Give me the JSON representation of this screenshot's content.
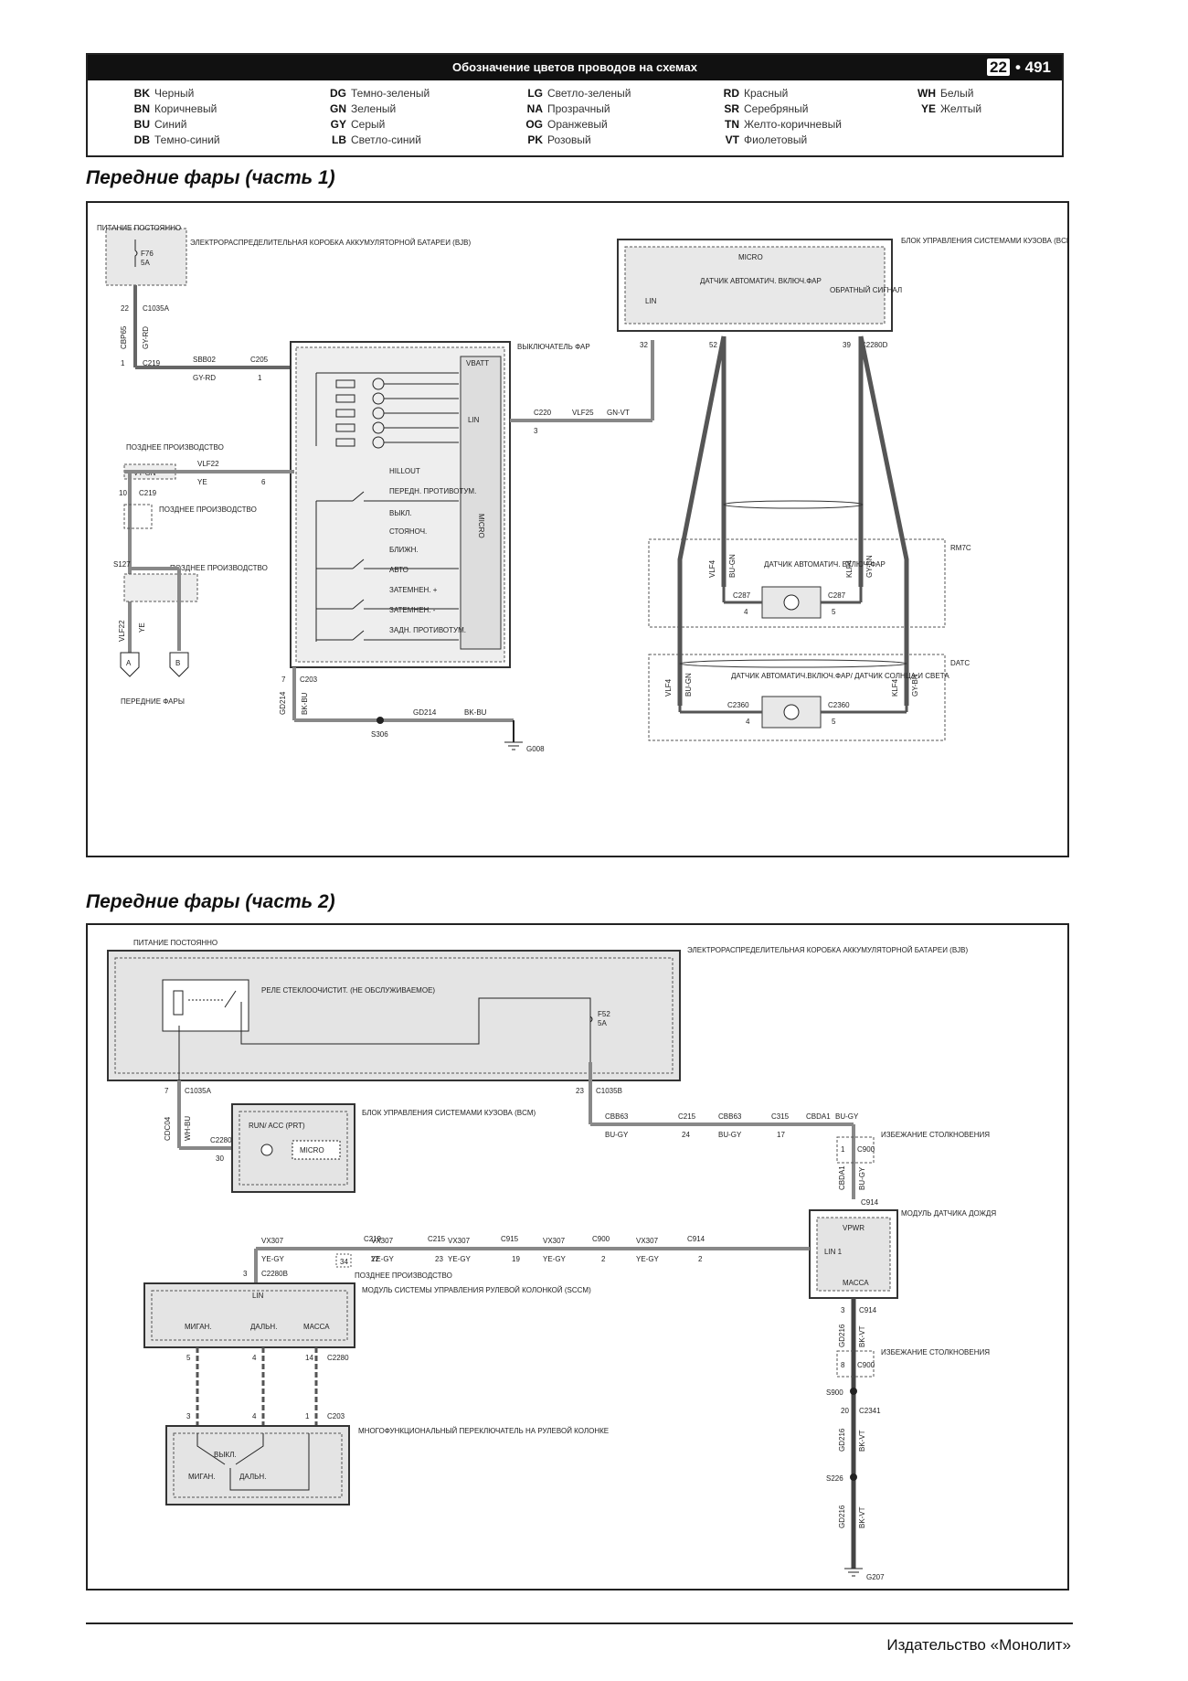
{
  "legend": {
    "title": "Обозначение цветов проводов на схемах",
    "chapter": "22",
    "page": "• 491",
    "items": [
      {
        "code": "BK",
        "name": "Черный"
      },
      {
        "code": "BN",
        "name": "Коричневый"
      },
      {
        "code": "BU",
        "name": "Синий"
      },
      {
        "code": "DB",
        "name": "Темно-синий"
      },
      {
        "code": "DG",
        "name": "Темно-зеленый"
      },
      {
        "code": "GN",
        "name": "Зеленый"
      },
      {
        "code": "GY",
        "name": "Серый"
      },
      {
        "code": "LB",
        "name": "Светло-синий"
      },
      {
        "code": "LG",
        "name": "Светло-зеленый"
      },
      {
        "code": "NA",
        "name": "Прозрачный"
      },
      {
        "code": "OG",
        "name": "Оранжевый"
      },
      {
        "code": "PK",
        "name": "Розовый"
      },
      {
        "code": "RD",
        "name": "Красный"
      },
      {
        "code": "SR",
        "name": "Серебряный"
      },
      {
        "code": "TN",
        "name": "Желто-коричневый"
      },
      {
        "code": "VT",
        "name": "Фиолетовый"
      },
      {
        "code": "WH",
        "name": "Белый"
      },
      {
        "code": "YE",
        "name": "Желтый"
      }
    ]
  },
  "part1": {
    "title": "Передние фары (часть 1)",
    "labels": {
      "power": "ПИТАНИЕ ПОСТОЯННО",
      "bjb": "ЭЛЕКТРОРАСПРЕДЕЛИТЕЛЬНАЯ КОРОБКА АККУМУЛЯТОРНОЙ БАТАРЕИ (BJB)",
      "fuse": "F76",
      "fuse_amp": "5A",
      "c1035a": "C1035A",
      "pin_22": "22",
      "w_cbp": "CBP65",
      "w_gyrd": "GY-RD",
      "c219": "C219",
      "pin_1": "1",
      "w_sbb": "SBB02",
      "w_gyrd2": "GY-RD",
      "c205": "C205",
      "switch": "ВЫКЛЮЧАТЕЛЬ ФАР",
      "vbatt": "VBATT",
      "lin": "LIN",
      "micro_v": "MICRO",
      "c220": "C220",
      "pin_3": "3",
      "w_vlf25": "VLF25",
      "w_gnvt": "GN-VT",
      "later_prod": "ПОЗДНЕЕ ПРОИЗВОДСТВО",
      "w_vtgn": "VT-GN",
      "w_vlf22": "VLF22",
      "w_ye": "YE",
      "pin_6": "6",
      "pin_10": "10",
      "later_prod2": "ПОЗДНЕЕ ПРОИЗВОДСТВО",
      "later_prod3": "ПОЗДНЕЕ ПРОИЗВОДСТВО",
      "splice": "S127",
      "w_vlf22b": "VLF22",
      "w_yeb": "YE",
      "conn_a": "A",
      "conn_b": "B",
      "headlamps": "ПЕРЕДНИЕ ФАРЫ",
      "sw_rows": [
        "HILLOUT",
        "ПЕРЕДН. ПРОТИВОТУМ.",
        "ВЫКЛ.",
        "СТОЯНОЧ.",
        "БЛИЖН.",
        "АВТО",
        "ЗАТЕМНЕН. +",
        "ЗАТЕМНЕН. -",
        "ЗАДН. ПРОТИВОТУМ."
      ],
      "c203": "C203",
      "pin_7": "7",
      "w_gd": "GD214",
      "w_bkbu": "BK-BU",
      "w_gd2": "GD214",
      "w_bkbu2": "BK-BU",
      "s306": "S306",
      "g008": "G008",
      "bcm": "БЛОК УПРАВЛЕНИЯ СИСТЕМАМИ КУЗОВА (BCM)",
      "micro": "MICRO",
      "bcm_sensor": "ДАТЧИК АВТОМАТИЧ. ВКЛЮЧ.ФАР",
      "bcm_feedback": "ОБРАТНЫЙ СИГНАЛ",
      "bcm_lin": "LIN",
      "pin_32": "32",
      "pin_52": "52",
      "pin_39": "39",
      "c2280d": "C2280D",
      "rmtc": "RM7C",
      "datc": "DATC",
      "sensor1": "ДАТЧИК АВТОМАТИЧ. ВКЛЮЧ.ФАР",
      "sensor2": "ДАТЧИК АВТОМАТИЧ.ВКЛЮЧ.ФАР/ ДАТЧИК СОЛНЦА И СВЕТА",
      "w_vlf4": "VLF4",
      "w_bugn": "BU-GN",
      "w_klf4": "KLF4",
      "w_gybn": "GY-BN",
      "c287": "C287",
      "c287b": "C287",
      "pin_4": "4",
      "pin_5": "5",
      "c2360": "C2360",
      "c2360b": "C2360"
    }
  },
  "part2": {
    "title": "Передние фары (часть 2)",
    "labels": {
      "power": "ПИТАНИЕ ПОСТОЯННО",
      "bjb": "ЭЛЕКТРОРАСПРЕДЕЛИТЕЛЬНАЯ КОРОБКА АККУМУЛЯТОРНОЙ БАТАРЕИ (BJB)",
      "relay": "РЕЛЕ СТЕКЛООЧИСТИТ. (НЕ ОБСЛУЖИВАЕМОЕ)",
      "fuse": "F52",
      "fuse_amp": "5A",
      "c1035a": "C1035A",
      "c1035b": "C1035B",
      "pin_7": "7",
      "pin_23": "23",
      "w_cdc": "CDC04",
      "w_wher": "WH-BU",
      "bcm": "БЛОК УПРАВЛЕНИЯ СИСТЕМАМИ КУЗОВА (BCM)",
      "run": "RUN/ ACC (PRT)",
      "micro": "MICRO",
      "c2280e": "C2280E",
      "pin_30": "30",
      "w_cbb": "CBB63",
      "w_bugy": "BU-GY",
      "c215": "C215",
      "pin_24": "24",
      "w_cbb2": "CBB63",
      "w_bugy2": "BU-GY",
      "c315": "C315",
      "pin_17": "17",
      "w_cbb3": "CBDA1",
      "w_bugy3": "BU-GY",
      "avoid": "ИЗБЕЖАНИЕ СТОЛКНОВЕНИЯ",
      "c900": "C900",
      "pin_1": "1",
      "w_cbd": "CBDA1",
      "w_buog": "BU-GY",
      "c914": "C914",
      "rain": "МОДУЛЬ ДАТЧИКА ДОЖДЯ",
      "vpwr": "VPWR",
      "lin1": "LIN 1",
      "mass": "МАССА",
      "w_vx": [
        "VX307",
        "VX307",
        "VX307",
        "VX307",
        "VX307"
      ],
      "w_yegy": [
        "YE-GY",
        "YE-GY",
        "YE-GY",
        "YE-GY",
        "YE-GY"
      ],
      "conns": [
        "C219",
        "C215",
        "C915",
        "C900",
        "C914"
      ],
      "pins": [
        "22",
        "23",
        "19",
        "2",
        "2"
      ],
      "later": "ПОЗДНЕЕ ПРОИЗВОДСТВО",
      "pin_34": "34",
      "c2280b": "C2280B",
      "pin_3": "3",
      "sccm": "МОДУЛЬ СИСТЕМЫ УПРАВЛЕНИЯ РУЛЕВОЙ КОЛОНКОЙ (SCCM)",
      "sccm_lin": "LIN",
      "sccm_pins": [
        "МИГАН.",
        "ДАЛЬН.",
        "МАССА"
      ],
      "c2280": "C2280",
      "cols": [
        "5",
        "4",
        "14"
      ],
      "c203": "C203",
      "lower": [
        "3",
        "4",
        "1"
      ],
      "multi": "МНОГОФУНКЦИОНАЛЬНЫЙ ПЕРЕКЛЮЧАТЕЛЬ НА РУЛЕВОЙ КОЛОНКЕ",
      "vykl": "ВЫКЛ.",
      "migan": "МИГАН.",
      "daln": "ДАЛЬН.",
      "c914b": "C914",
      "pin_3r": "3",
      "w_gd": "GD216",
      "w_bkvt": "BK-VT",
      "avoid2": "ИЗБЕЖАНИЕ СТОЛКНОВЕНИЯ",
      "c900b": "C900",
      "pin_8": "8",
      "s900": "S900",
      "c2341": "C2341",
      "pin_20": "20",
      "w_gd2": "GD216",
      "w_bkvt2": "BK-VT",
      "s226": "S226",
      "w_gd3": "GD216",
      "w_bkvt3": "BK-VT",
      "g207": "G207"
    }
  },
  "footer": "Издательство «Монолит»"
}
